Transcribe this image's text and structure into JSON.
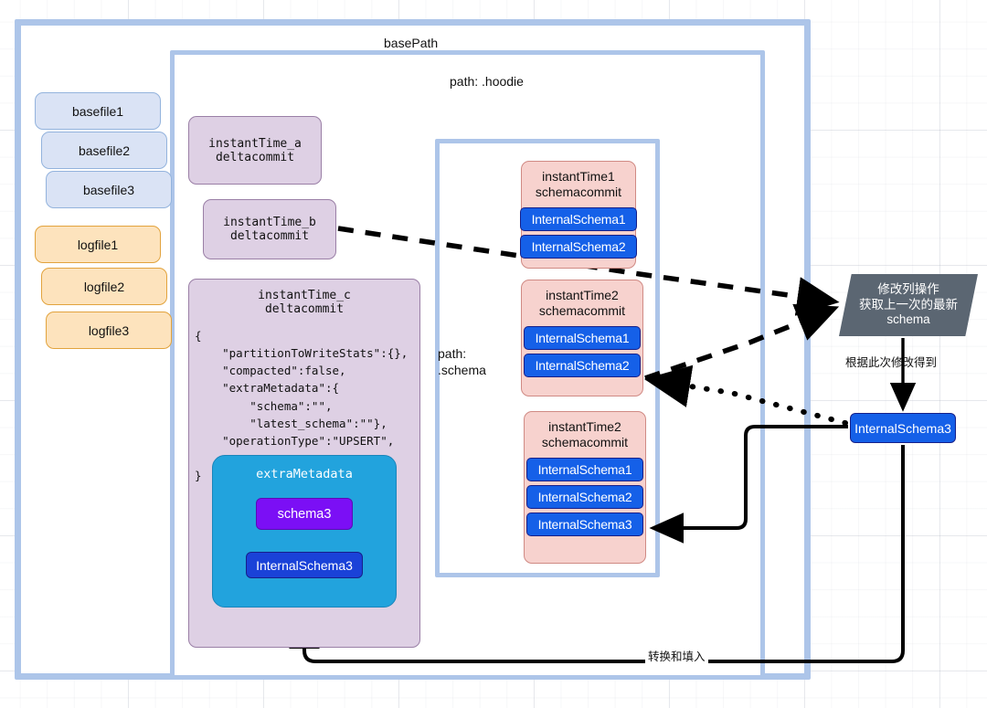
{
  "diagram": {
    "labels": {
      "base_path": "basePath",
      "hoodie_path": "path: .hoodie",
      "schema_path": "path:\n.schema"
    },
    "left_column": {
      "basefiles": [
        "basefile1",
        "basefile2",
        "basefile3"
      ],
      "logfiles": [
        "logfile1",
        "logfile2",
        "logfile3"
      ]
    },
    "commits": [
      {
        "id": "commit-a",
        "title": "instantTime_a\ndeltacommit"
      },
      {
        "id": "commit-b",
        "title": "instantTime_b\ndeltacommit"
      },
      {
        "id": "commit-c",
        "title": "instantTime_c\ndeltacommit",
        "json_body": "{\n    \"partitionToWriteStats\":{},\n    \"compacted\":false,\n    \"extraMetadata\":{\n        \"schema\":\"\",\n        \"latest_schema\":\"\"},\n    \"operationType\":\"UPSERT\",\n    ......\n}"
      }
    ],
    "extra_metadata": {
      "title": "extraMetadata",
      "schema_chip": "schema3",
      "internal_schema_chip": "InternalSchema3"
    },
    "schema_commits": [
      {
        "title": "instantTime1\nschemacommit",
        "schemas": [
          "InternalSchema1",
          "InternalSchema2"
        ]
      },
      {
        "title": "instantTime2\nschemacommit",
        "schemas": [
          "InternalSchema1",
          "InternalSchema2"
        ]
      },
      {
        "title": "instantTime2\nschemacommit",
        "schemas": [
          "InternalSchema1",
          "InternalSchema2",
          "InternalSchema3"
        ]
      }
    ],
    "modify_operation": {
      "text": "修改列操作\n获取上一次的最新\nschema"
    },
    "right_internal_schema": "InternalSchema3",
    "edge_labels": {
      "derive": "根据此次修改得到",
      "convert": "转换和填入"
    },
    "colors": {
      "container_border": "#adc5e9",
      "basefile_fill": "#dae3f5",
      "logfile_fill": "#fde3bd",
      "commit_fill": "#ded0e4",
      "schemacommit_fill": "#f7d2ce",
      "internal_schema_fill": "#1560e8",
      "extra_metadata_fill": "#22a3dd",
      "schema3_fill": "#7b0ff5",
      "modify_op_fill": "#5b6672",
      "edge": "#000000"
    }
  }
}
